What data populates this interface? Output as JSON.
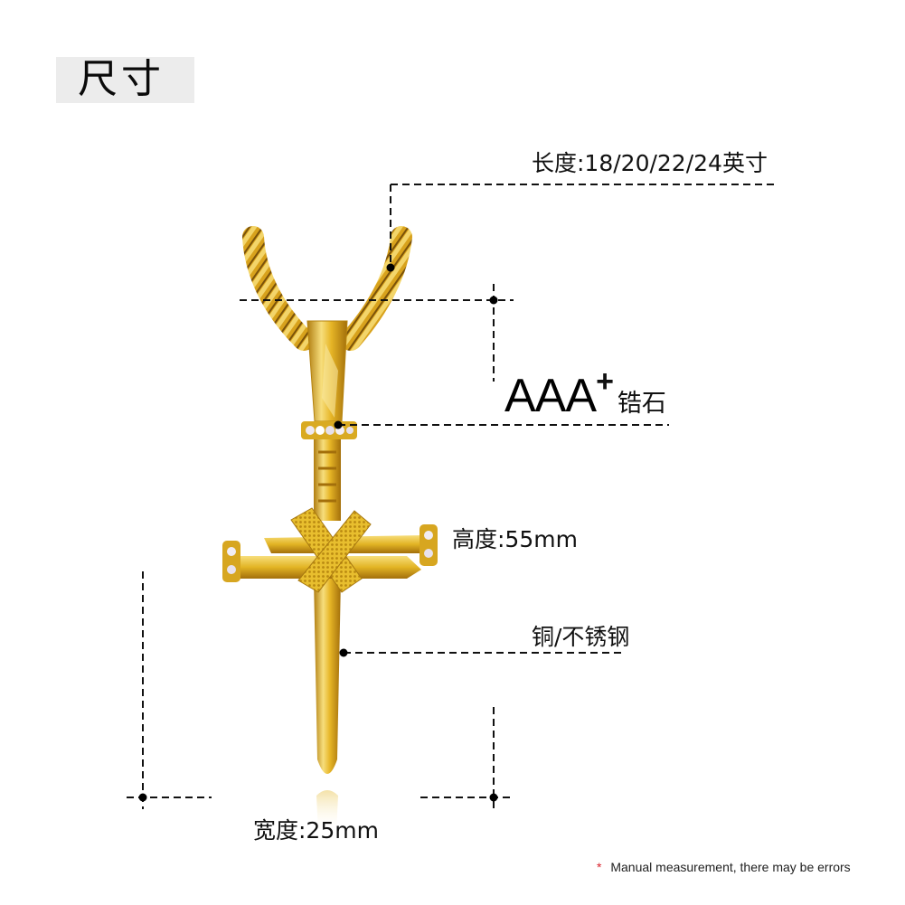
{
  "header": {
    "title": "尺寸"
  },
  "annotations": {
    "length": "长度:18/20/22/24英寸",
    "stone_grade": "AAA",
    "stone_grade_sup": "+",
    "stone_type": "锆石",
    "height": "高度:55mm",
    "material": "铜/不锈钢",
    "width": "宽度:25mm"
  },
  "footer": {
    "star": "*",
    "note": "Manual measurement, there may be errors"
  },
  "product": {
    "type": "nail-cross-pendant-necklace",
    "chain": "rope-chain",
    "color": "#e0b21e"
  },
  "colors": {
    "gold": "#e0b21e",
    "gold_light": "#f6dc7a",
    "gold_dark": "#9a6a0c",
    "line": "#111111",
    "accent_red": "#d9232d",
    "title_bg": "#ececec"
  }
}
